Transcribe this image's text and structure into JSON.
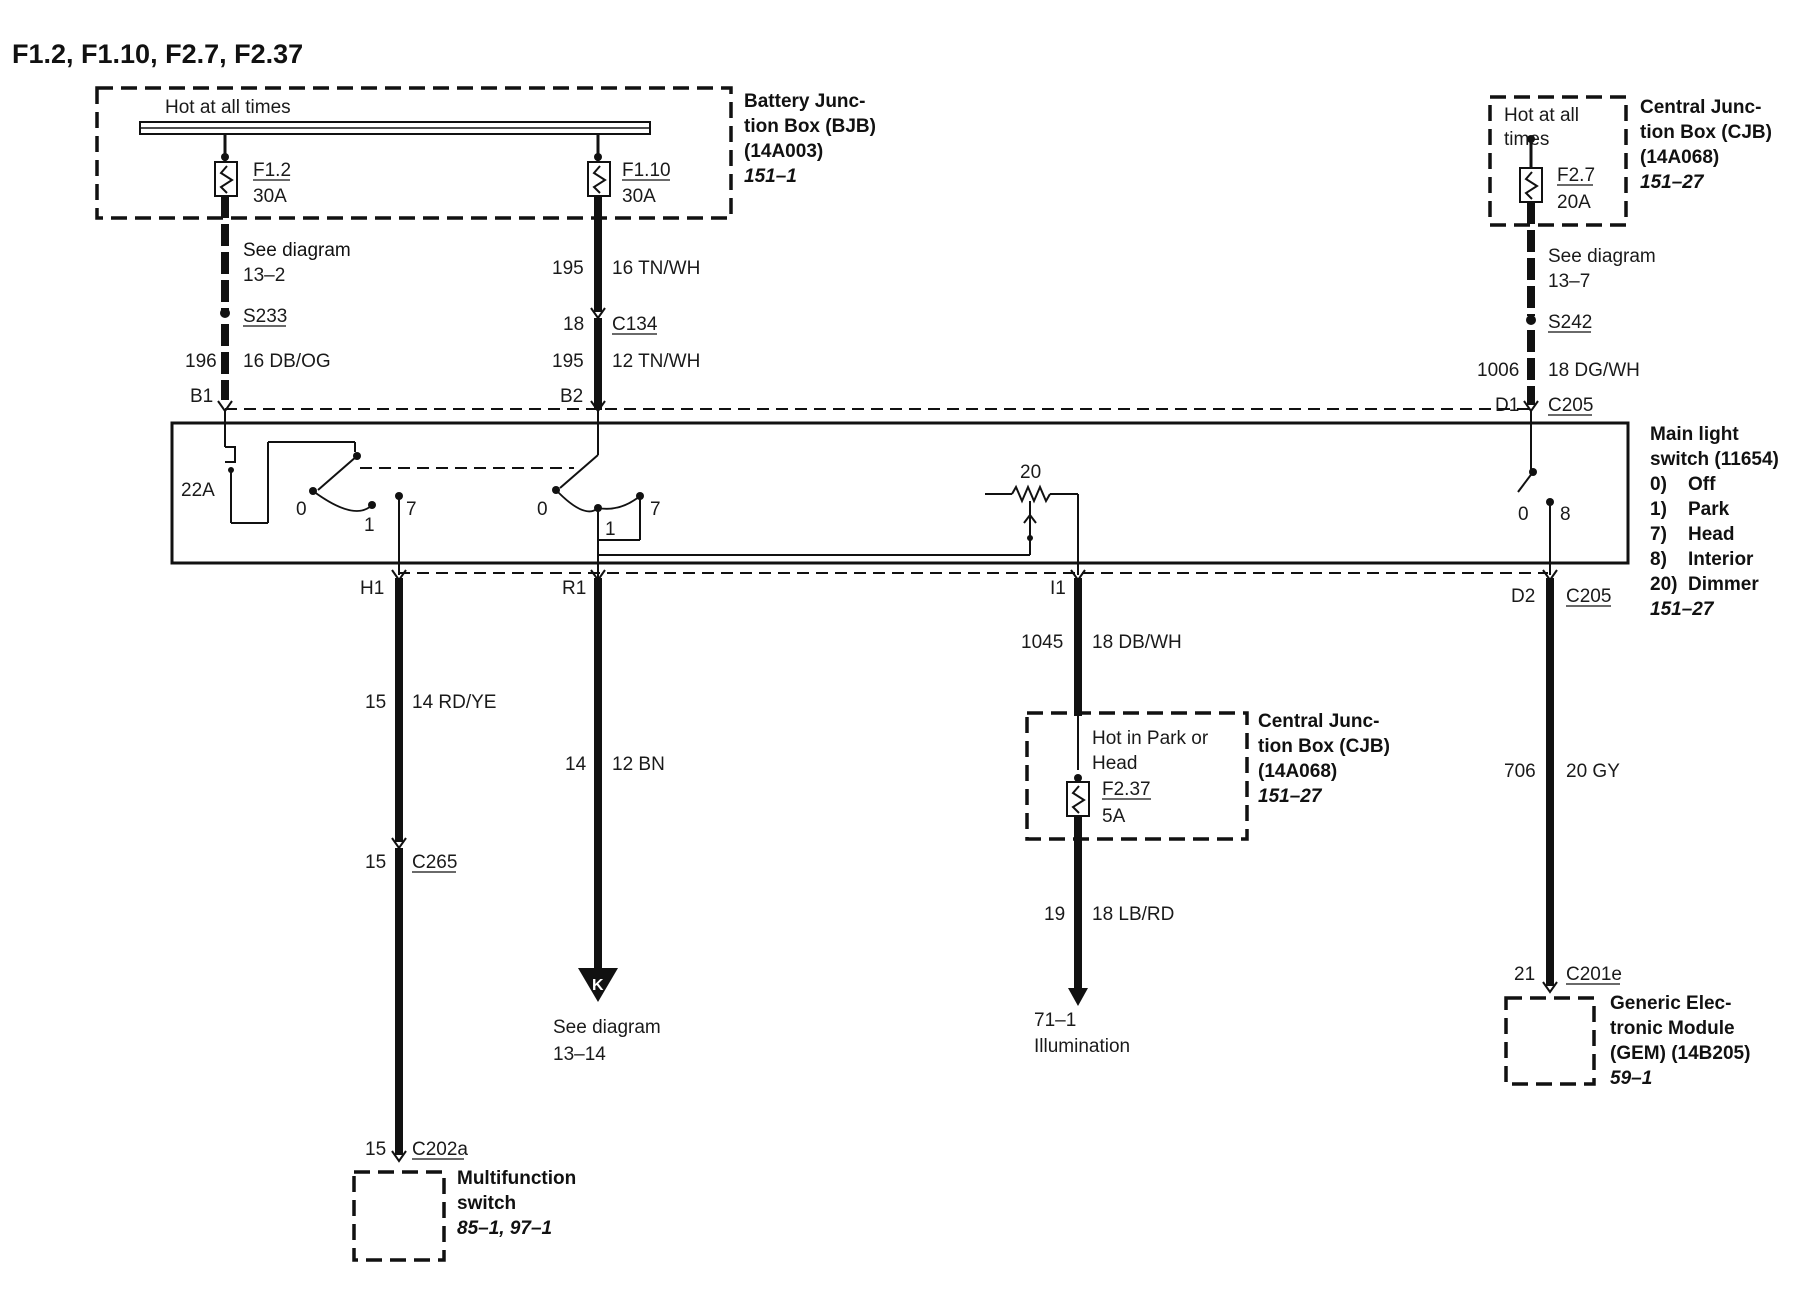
{
  "title": "F1.2, F1.10, F2.7, F2.37",
  "bjb": {
    "hot_label": "Hot at all times",
    "name_lines": [
      "Battery Junc-",
      "tion Box (BJB)",
      "(14A003)"
    ],
    "ref": "151–1",
    "fuse1_name": "F1.2",
    "fuse1_rating": "30A",
    "fuse2_name": "F1.10",
    "fuse2_rating": "30A"
  },
  "cjb_top": {
    "hot_lines": [
      "Hot at all",
      "times"
    ],
    "name_lines": [
      "Central Junc-",
      "tion Box (CJB)",
      "(14A068)"
    ],
    "ref": "151–27",
    "fuse_name": "F2.7",
    "fuse_rating": "20A"
  },
  "wire_f12": {
    "see_diagram": "See diagram",
    "see_ref": "13–2",
    "splice": "S233",
    "circuit": "196",
    "wire": "16 DB/OG",
    "pin": "B1"
  },
  "wire_f110": {
    "circuit_top": "195",
    "wire_top": "16 TN/WH",
    "conn_pin": "18",
    "connector": "C134",
    "circuit_bot": "195",
    "wire_bot": "12 TN/WH",
    "pin": "B2"
  },
  "wire_f27": {
    "see_diagram": "See diagram",
    "see_ref": "13–7",
    "splice": "S242",
    "circuit": "1006",
    "wire": "18 DG/WH",
    "pin": "D1",
    "connector": "C205"
  },
  "switch": {
    "name_lines": [
      "Main light",
      "switch (11654)"
    ],
    "positions": [
      {
        "num": "0)",
        "label": "Off"
      },
      {
        "num": "1)",
        "label": "Park"
      },
      {
        "num": "7)",
        "label": "Head"
      },
      {
        "num": "8)",
        "label": "Interior"
      },
      {
        "num": "20)",
        "label": "Dimmer"
      }
    ],
    "ref": "151–27",
    "breaker": "22A",
    "sw1": [
      "0",
      "1",
      "7"
    ],
    "sw2": [
      "0",
      "1",
      "7"
    ],
    "dimmer": "20",
    "sw4": [
      "0",
      "8"
    ]
  },
  "out_h1": {
    "pin": "H1",
    "circuit": "15",
    "wire": "14 RD/YE",
    "conn_pin": "15",
    "connector": "C265",
    "end_pin": "15",
    "end_connector": "C202a",
    "dest_lines": [
      "Multifunction",
      "switch"
    ],
    "dest_ref": "85–1, 97–1"
  },
  "out_r1": {
    "pin": "R1",
    "circuit": "14",
    "wire": "12 BN",
    "arrow_label": "K",
    "see_diagram": "See diagram",
    "see_ref": "13–14"
  },
  "out_i1": {
    "pin": "I1",
    "circuit": "1045",
    "wire": "18 DB/WH",
    "cjb_hot_lines": [
      "Hot in Park or",
      "Head"
    ],
    "fuse_name": "F2.37",
    "fuse_rating": "5A",
    "cjb_name_lines": [
      "Central Junc-",
      "tion Box (CJB)",
      "(14A068)"
    ],
    "cjb_ref": "151–27",
    "circuit2": "19",
    "wire2": "18 LB/RD",
    "dest_ref": "71–1",
    "dest_label": "Illumination"
  },
  "out_d2": {
    "pin": "D2",
    "connector": "C205",
    "circuit": "706",
    "wire": "20 GY",
    "end_pin": "21",
    "end_connector": "C201e",
    "dest_lines": [
      "Generic Elec-",
      "tronic Module",
      "(GEM) (14B205)"
    ],
    "dest_ref": "59–1"
  }
}
